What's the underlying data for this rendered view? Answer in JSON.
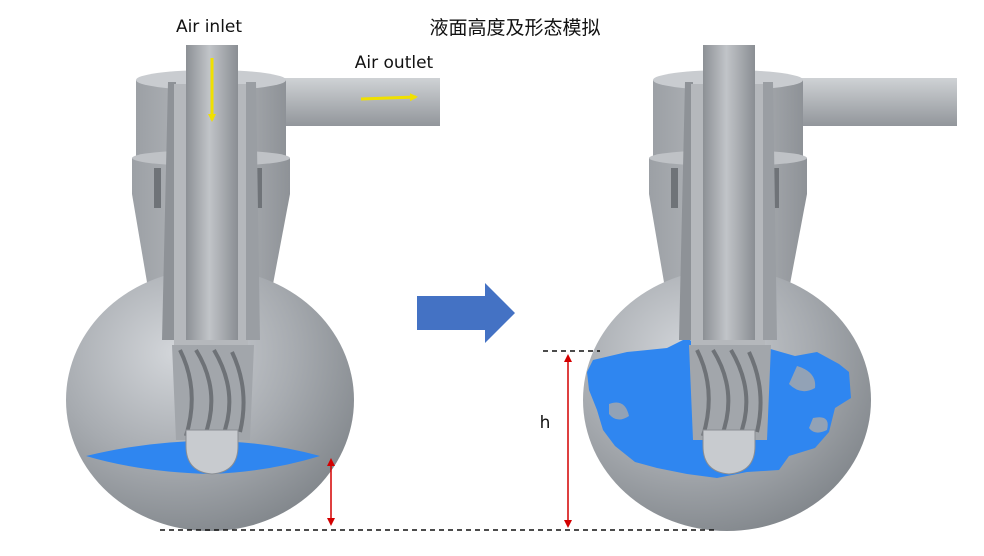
{
  "title": "液面高度及形态模拟",
  "labels": {
    "air_inlet": "Air inlet",
    "air_outlet": "Air outlet",
    "height": "h"
  },
  "colors": {
    "body_metal": "#a4a8ad",
    "liquid": "#2f86f0",
    "flow_arrow": "#f0e000",
    "dimension": "#d40000",
    "transition_arrow": "#4472c4",
    "background": "#ffffff"
  },
  "icons": {
    "flow_in": "arrow-down-icon",
    "flow_out": "arrow-right-icon",
    "transition": "block-arrow-right-icon"
  }
}
